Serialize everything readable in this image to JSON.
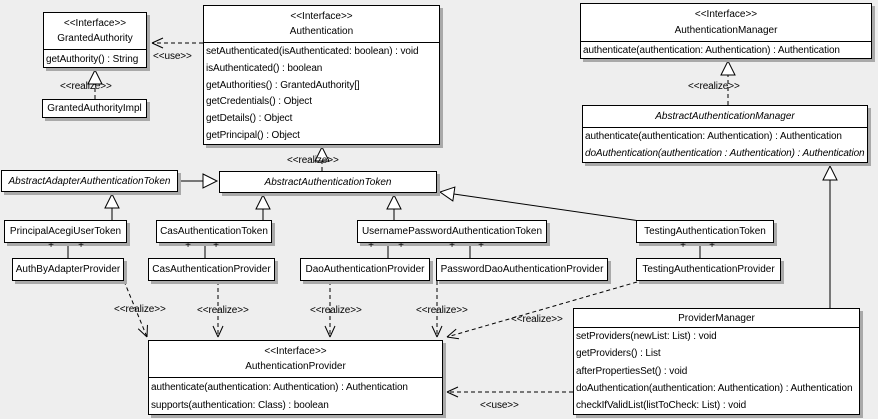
{
  "labels": {
    "use": "<<use>>",
    "realize": "<<realize>>",
    "plus": "+"
  },
  "colors": {
    "background": "#eeeeee",
    "box_fill": "#ffffff",
    "line": "#000000",
    "shadow": "#a9a9a9"
  },
  "classes": {
    "granted_authority": {
      "stereotype": "<<Interface>>",
      "name": "GrantedAuthority",
      "methods": [
        "getAuthority() : String"
      ]
    },
    "granted_authority_impl": {
      "name": "GrantedAuthorityImpl"
    },
    "authentication": {
      "stereotype": "<<Interface>>",
      "name": "Authentication",
      "methods": [
        "setAuthenticated(isAuthenticated: boolean) : void",
        "isAuthenticated() : boolean",
        "getAuthorities() : GrantedAuthority[]",
        "getCredentials() : Object",
        "getDetails() : Object",
        "getPrincipal() : Object"
      ]
    },
    "authentication_manager": {
      "stereotype": "<<Interface>>",
      "name": "AuthenticationManager",
      "methods": [
        "authenticate(authentication: Authentication) : Authentication"
      ]
    },
    "abstract_authentication_manager": {
      "name": "AbstractAuthenticationManager",
      "methods": [
        "authenticate(authentication: Authentication) : Authentication",
        "doAuthentication(authentication : Authentication) : Authentication"
      ]
    },
    "abstract_adapter_authentication_token": {
      "name": "AbstractAdapterAuthenticationToken"
    },
    "abstract_authentication_token": {
      "name": "AbstractAuthenticationToken"
    },
    "principal_acegi_user_token": {
      "name": "PrincipalAcegiUserToken"
    },
    "cas_authentication_token": {
      "name": "CasAuthenticationToken"
    },
    "username_password_authentication_token": {
      "name": "UsernamePasswordAuthenticationToken"
    },
    "testing_authentication_token": {
      "name": "TestingAuthenticationToken"
    },
    "auth_by_adapter_provider": {
      "name": "AuthByAdapterProvider"
    },
    "cas_authentication_provider": {
      "name": "CasAuthenticationProvider"
    },
    "dao_authentication_provider": {
      "name": "DaoAuthenticationProvider"
    },
    "password_dao_authentication_provider": {
      "name": "PasswordDaoAuthenticationProvider"
    },
    "testing_authentication_provider": {
      "name": "TestingAuthenticationProvider"
    },
    "provider_manager": {
      "name": "ProviderManager",
      "methods": [
        "setProviders(newList: List) : void",
        "getProviders() : List",
        "afterPropertiesSet() : void",
        "doAuthentication(authentication: Authentication) : Authentication",
        "checkIfValidList(listToCheck: List) : void"
      ]
    },
    "authentication_provider": {
      "stereotype": "<<Interface>>",
      "name": "AuthenticationProvider",
      "methods": [
        "authenticate(authentication: Authentication) : Authentication",
        "supports(authentication: Class) : boolean"
      ]
    }
  }
}
